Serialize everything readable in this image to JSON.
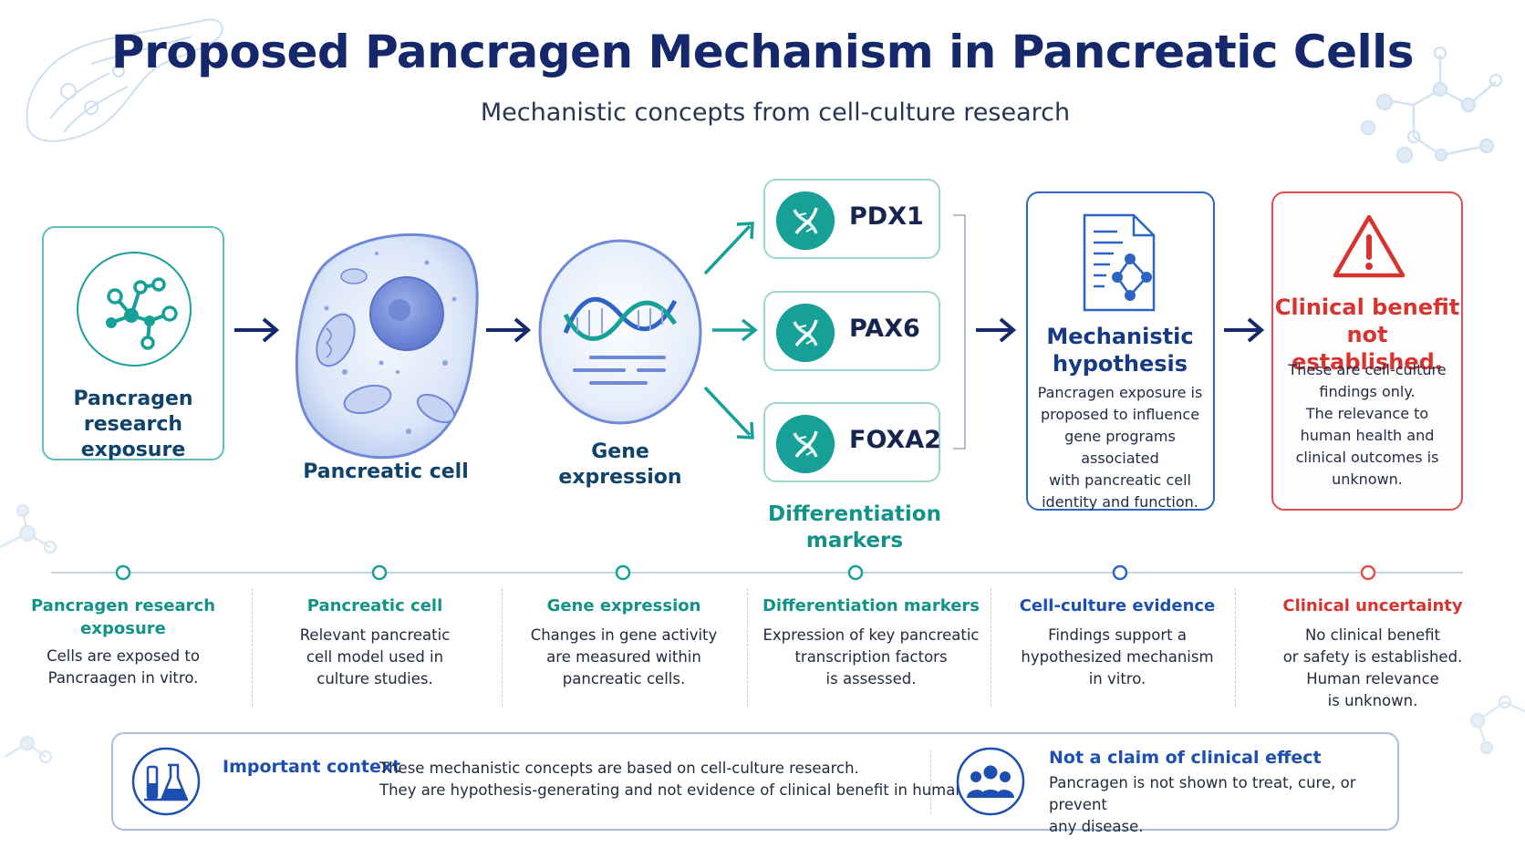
{
  "title": "Proposed Pancragen Mechanism in Pancreatic Cells",
  "subtitle": "Mechanistic concepts from cell-culture research",
  "colors": {
    "navy": "#14286b",
    "teal": "#17a098",
    "blue": "#2d65c4",
    "red": "#e0504e"
  },
  "flow": {
    "exposure": {
      "label_line1": "Pancragen",
      "label_line2": "research exposure",
      "icon": "molecule-icon"
    },
    "cell": {
      "label": "Pancreatic cell",
      "icon": "cell-illustration"
    },
    "gene": {
      "label_line1": "Gene",
      "label_line2": "expression",
      "icon": "dna-icon"
    },
    "markers": {
      "items": [
        {
          "label": "PDX1"
        },
        {
          "label": "PAX6"
        },
        {
          "label": "FOXA2"
        }
      ],
      "caption_line1": "Differentiation",
      "caption_line2": "markers"
    },
    "hypothesis": {
      "title_line1": "Mechanistic",
      "title_line2": "hypothesis",
      "body": [
        "Pancragen exposure is",
        "proposed to influence",
        "gene programs associated",
        "with pancreatic cell",
        "identity and function."
      ],
      "icon": "document-network-icon"
    },
    "clinical": {
      "title_line1": "Clinical benefit",
      "title_line2": "not established.",
      "body": [
        "These are cell-culture",
        "findings only.",
        "The relevance to",
        "human health and",
        "clinical outcomes is",
        "unknown."
      ],
      "icon": "warning-icon"
    }
  },
  "timeline": [
    {
      "head": [
        "Pancragen research",
        "exposure"
      ],
      "body": [
        "Cells are exposed to",
        "Pancraagen in vitro."
      ],
      "color": "teal"
    },
    {
      "head": [
        "Pancreatic cell"
      ],
      "body": [
        "Relevant pancreatic",
        "cell model used in",
        "culture studies."
      ],
      "color": "teal"
    },
    {
      "head": [
        "Gene expression"
      ],
      "body": [
        "Changes in gene activity",
        "are measured within",
        "pancreatic cells."
      ],
      "color": "teal"
    },
    {
      "head": [
        "Differentiation markers"
      ],
      "body": [
        "Expression of key pancreatic",
        "transcription factors",
        "is assessed."
      ],
      "color": "teal"
    },
    {
      "head": [
        "Cell-culture evidence"
      ],
      "body": [
        "Findings support a",
        "hypothesized mechanism",
        "in vitro."
      ],
      "color": "blue"
    },
    {
      "head": [
        "Clinical uncertainty"
      ],
      "body": [
        "No clinical benefit",
        "or safety is established.",
        "Human relevance",
        "is unknown."
      ],
      "color": "red"
    }
  ],
  "context": {
    "heading": "Important context",
    "lines": [
      "These mechanistic concepts are based on cell-culture research.",
      "They are hypothesis-generating and not evidence of clinical benefit in humans."
    ],
    "icon": "lab-flask-icon"
  },
  "claim": {
    "heading": "Not a claim of clinical effect",
    "lines": [
      "Pancragen is not shown to treat, cure, or prevent",
      "any disease."
    ],
    "icon": "people-group-icon"
  }
}
